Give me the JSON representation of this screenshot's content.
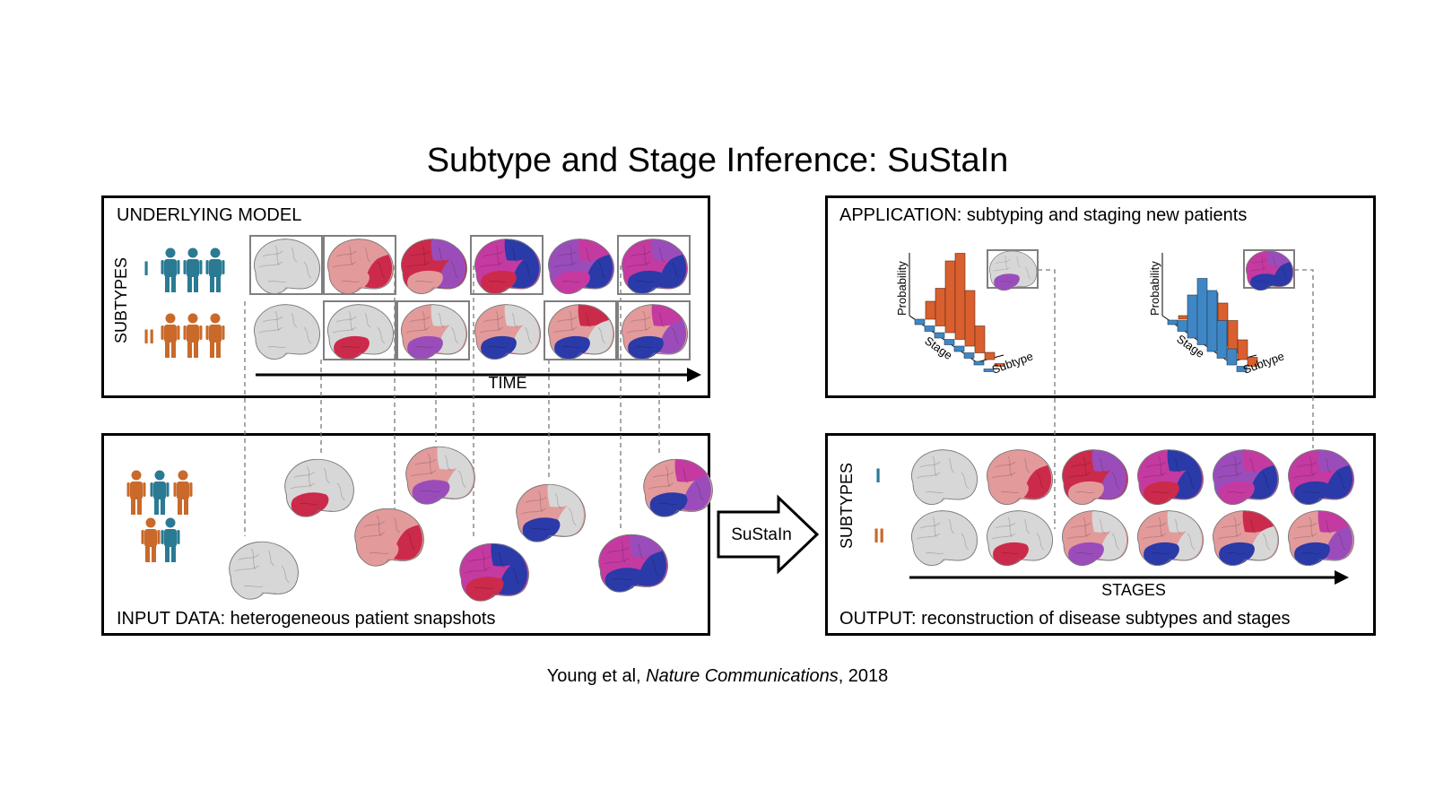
{
  "title": "Subtype and Stage Inference: SuStaIn",
  "citation": {
    "authors": "Young et al, ",
    "journal": "Nature Communications",
    "year": ", 2018"
  },
  "panels": {
    "model": {
      "label": "UNDERLYING MODEL",
      "axis_subtypes": "SUBTYPES",
      "subtype_i": "I",
      "subtype_ii": "II",
      "time_label": "TIME"
    },
    "input": {
      "label": "INPUT DATA: heterogeneous patient snapshots"
    },
    "application": {
      "label": "APPLICATION: subtyping and staging new patients",
      "ylabel": "Probability",
      "xlabel": "Stage",
      "zlabel": "Subtype"
    },
    "output": {
      "label": "OUTPUT: reconstruction of disease subtypes and stages",
      "axis_subtypes": "SUBTYPES",
      "subtype_i": "I",
      "subtype_ii": "II",
      "stages_label": "STAGES"
    }
  },
  "arrow_label": "SuStaIn",
  "colors": {
    "subtype_i": "#2b7a93",
    "subtype_ii": "#c9692a",
    "healthy": "#d7d7d7",
    "stage_light_red": "#e39a9a",
    "stage_red": "#cc2a4a",
    "stage_magenta": "#c43aa0",
    "stage_purple": "#9a4dba",
    "stage_blue": "#2a3aa8",
    "bar_orange": "#d95f2e",
    "bar_blue": "#3f87c4"
  }
}
